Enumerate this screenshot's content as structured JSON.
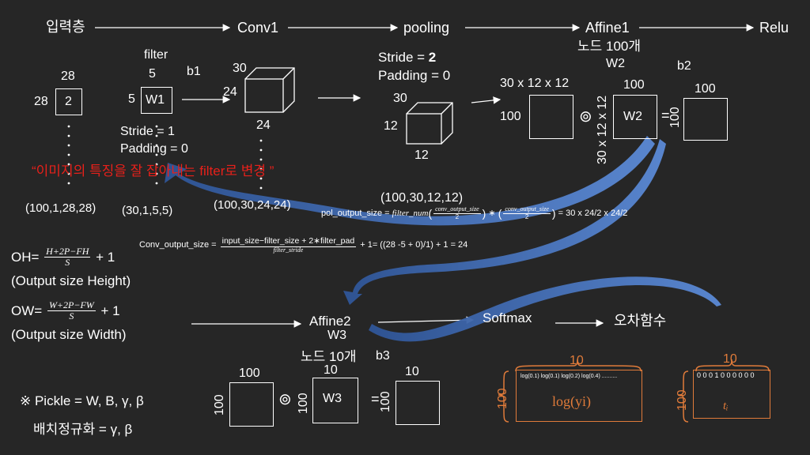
{
  "flow": {
    "input": "입력층",
    "conv1": "Conv1",
    "pooling": "pooling",
    "affine1": "Affine1",
    "relu": "Relu",
    "affine1_nodes": "노드 100개",
    "affine2": "Affine2",
    "softmax": "Softmax",
    "loss": "오차함수",
    "affine2_w3": "W3",
    "affine2_nodes": "노드 10개"
  },
  "input_block": {
    "top": "28",
    "left": "28",
    "value": "2",
    "shape": "(100,1,28,28)"
  },
  "filter_block": {
    "caption": "filter",
    "top": "5",
    "left": "5",
    "value": "W1",
    "bias": "b1",
    "shape": "(30,1,5,5)",
    "stride": "Stride  = 1",
    "padding": "Padding  = 0"
  },
  "conv_cube": {
    "depth": "30",
    "height": "24",
    "width": "24",
    "shape": "(100,30,24,24)"
  },
  "pool_block": {
    "stride_label": "Stride  =",
    "stride_value": "2",
    "padding": "Padding  = 0",
    "depth": "30",
    "height": "12",
    "width": "12",
    "shape": "(100,30,12,12)"
  },
  "affine1_block": {
    "w2_label": "W2",
    "b2_label": "b2",
    "input_top": "30 x 12 x 12",
    "input_left": "100",
    "w2_top": "100",
    "w2_left": "30 x 12 x 12",
    "w2_value": "W2",
    "out_top": "100",
    "out_left": "100"
  },
  "annotation": "“이미지의 특징을 잘 잡아내는 filter로 변경 ”",
  "formulas": {
    "pol_lhs": "pol_output_size =",
    "pol_term": "filter_num",
    "pol_frac1_num": "conv_output_size",
    "pol_frac1_den": "2",
    "pol_frac2_num": "conv_output_size",
    "pol_frac2_den": "2",
    "pol_rhs": "= 30 x 24/2 x 24/2",
    "conv_lhs": "Conv_output_size =",
    "conv_num": "input_size−filter_size + 2∗filter_pad",
    "conv_den": "filter_stride",
    "conv_rhs": "+ 1= ((28 -5 + 0)/1) + 1 = 24",
    "oh_lhs": "OH=",
    "oh_num": "H+2P−FH",
    "oh_den": "S",
    "oh_plus": "+ 1",
    "oh_caption": "(Output size Height)",
    "ow_lhs": "OW=",
    "ow_num": "W+2P−FW",
    "ow_den": "S",
    "ow_plus": "+ 1",
    "ow_caption": "(Output size Width)"
  },
  "affine2_block": {
    "b3_label": "b3",
    "input_top": "100",
    "input_left": "100",
    "w3_top": "10",
    "w3_left": "100",
    "w3_value": "W3",
    "out_top": "10",
    "out_left": "100"
  },
  "softmax_out": {
    "top": "10",
    "left": "100",
    "values": "log(0.1)  log(0.1)  log(0.2)  log(0.4)  ..........",
    "label": "log(yi)"
  },
  "target": {
    "top": "10",
    "left": "100",
    "values": "0 0 0 1 0 0 0 0 0 0",
    "label": "tᵢ"
  },
  "notes": {
    "pickle": "※ Pickle = W, B, γ, β",
    "batchnorm": "배치정규화 = γ, β"
  },
  "symbols": {
    "dot": "⊚",
    "equals": "="
  },
  "colors": {
    "background": "#262626",
    "accent_blue": "#4472c4",
    "annotation_red": "#e8201a",
    "orange": "#e07b3a"
  }
}
